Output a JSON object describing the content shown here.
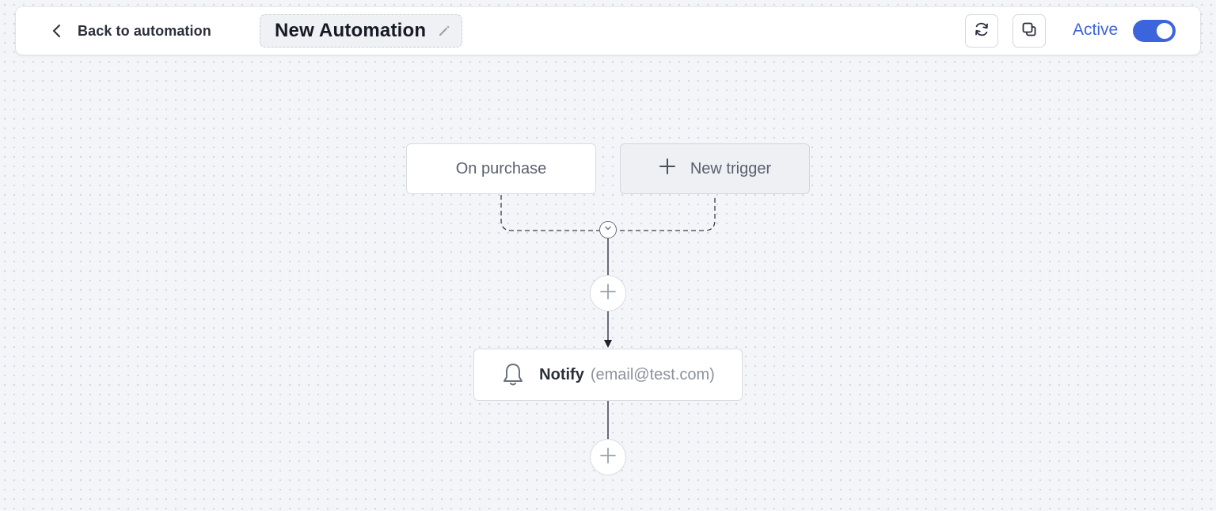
{
  "header": {
    "back_label": "Back to automation",
    "title": "New Automation",
    "status_label": "Active",
    "active": true,
    "accent_color": "#3c64dc",
    "icons": [
      "chevron-left-icon",
      "pencil-icon",
      "refresh-icon",
      "duplicate-icon"
    ]
  },
  "triggers": [
    {
      "label": "On purchase"
    },
    {
      "label": "New trigger",
      "icon": "plus-icon"
    }
  ],
  "actions": [
    {
      "icon": "bell-icon",
      "label": "Notify",
      "detail": "(email@test.com)"
    }
  ]
}
